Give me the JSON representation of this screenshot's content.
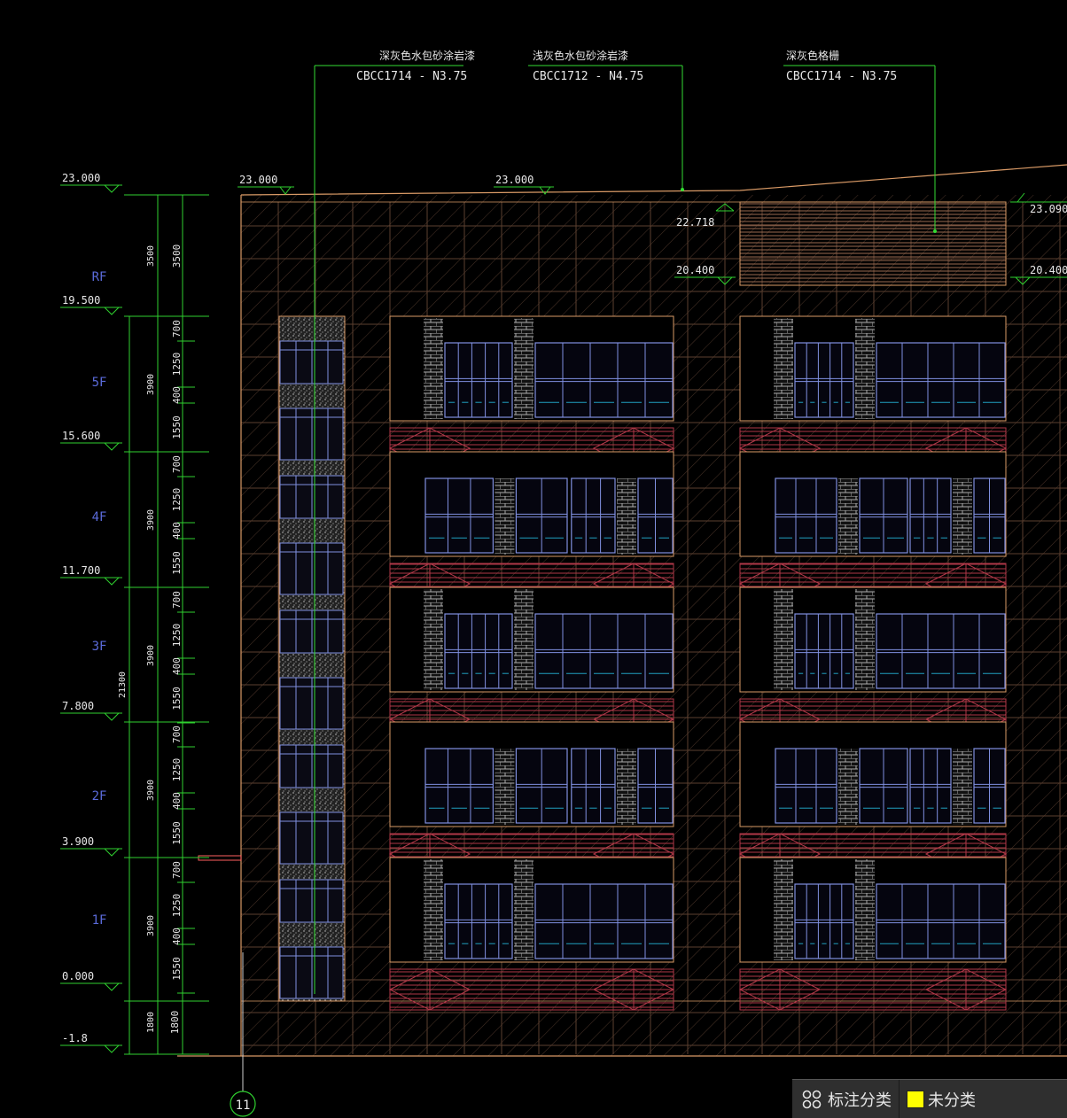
{
  "annotations": [
    {
      "title": "深灰色水包砂涂岩漆",
      "code": "CBCC1714 - N3.75"
    },
    {
      "title": "浅灰色水包砂涂岩漆",
      "code": "CBCC1712 - N4.75"
    },
    {
      "title": "深灰色格栅",
      "code": "CBCC1714 - N3.75"
    }
  ],
  "left_levels": [
    "23.000",
    "19.500",
    "15.600",
    "11.700",
    "7.800",
    "3.900",
    "0.000",
    "-1.8"
  ],
  "floor_labels": [
    "RF",
    "5F",
    "4F",
    "3F",
    "2F",
    "1F"
  ],
  "facade_levels": {
    "roof_a": "23.000",
    "roof_b": "23.000",
    "mid_top": "22.718",
    "mid_bottom": "20.400",
    "right_top": "23.090",
    "right_bottom": "20.400"
  },
  "dims": {
    "total": "21300",
    "roof_col1": "3500",
    "roof_col2": "3500",
    "floor_col1": "3900",
    "sub": [
      "700",
      "1250",
      "400",
      "1550"
    ],
    "base_col1": "1800",
    "base_col2": "1800"
  },
  "grid_axis": "11",
  "status_bar": {
    "category_label": "标注分类",
    "uncategorized_label": "未分类",
    "swatch_color": "#ffff00"
  },
  "colors": {
    "background": "#000000",
    "outline": "#d99a66",
    "grid": "#6b4b3a",
    "leader": "#33dd33",
    "dim": "#2fd02f",
    "text": "#e8e8e8",
    "floor_label": "#5a6ad8",
    "window": "#8090e0",
    "grille": "#c04050",
    "brick": "#b0b0b0"
  }
}
